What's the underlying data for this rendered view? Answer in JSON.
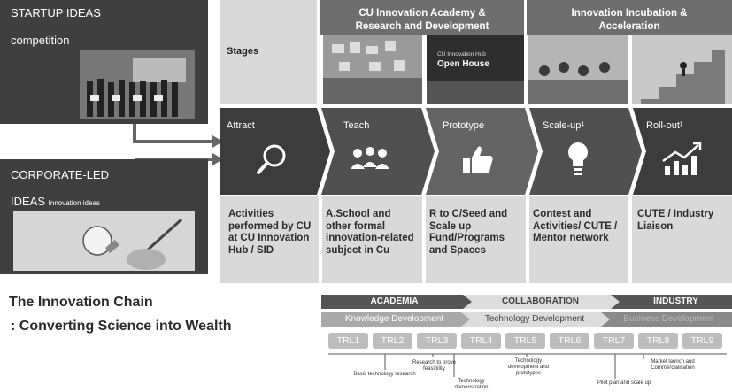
{
  "left": {
    "startup_title": "STARTUP IDEAS",
    "startup_sub": "competition",
    "corporate_title": "CORPORATE-LED",
    "corporate_sub1": "IDEAS",
    "corporate_sub2": "Innovation ideas",
    "chain_title1": "The Innovation Chain",
    "chain_title2": ": Converting Science into Wealth"
  },
  "headers": {
    "academy": "CU Innovation Academy & Research and Development",
    "incubation": "Innovation Incubation & Acceleration"
  },
  "row_labels": {
    "stages": "Stages"
  },
  "photo_text": {
    "open_house_line1": "CU Innovation Hub",
    "open_house_line2": "Open House"
  },
  "stages": [
    {
      "label": "Attract",
      "icon": "magnifier-icon"
    },
    {
      "label": "Teach",
      "icon": "people-icon"
    },
    {
      "label": "Prototype",
      "icon": "thumbs-up-icon"
    },
    {
      "label": "Scale-up¹",
      "icon": "lightbulb-icon"
    },
    {
      "label": "Roll-out¹",
      "icon": "growth-chart-icon"
    }
  ],
  "activities": [
    "Activities performed by CU at CU Innovation Hub / SID",
    "A.School and other formal innovation-related subject in Cu",
    "R to C/Seed and Scale up Fund/Programs and Spaces",
    "Contest and Activities/ CUTE / Mentor network",
    "CUTE / Industry Liaison"
  ],
  "trl_chart": {
    "top_bands": [
      "ACADEMIA",
      "COLLABORATION",
      "INDUSTRY"
    ],
    "dev_bands": [
      "Knowledge Development",
      "Technology Development",
      "Business Development"
    ],
    "levels": [
      "TRL1",
      "TRL2",
      "TRL3",
      "TRL4",
      "TRL5",
      "TRL6",
      "TRL7",
      "TRL8",
      "TRL9"
    ],
    "notes": [
      "Basic technology research",
      "Research to prove feasibility",
      "Technology demonstration",
      "Technology development and prototypes",
      "Pilot plan and scale up",
      "Market launch and Commercialisation"
    ]
  },
  "colors": {
    "dark": "#3f3f3f",
    "mid": "#6e6e6e",
    "light": "#d9d9d9",
    "trl": "#bdbdbd"
  }
}
